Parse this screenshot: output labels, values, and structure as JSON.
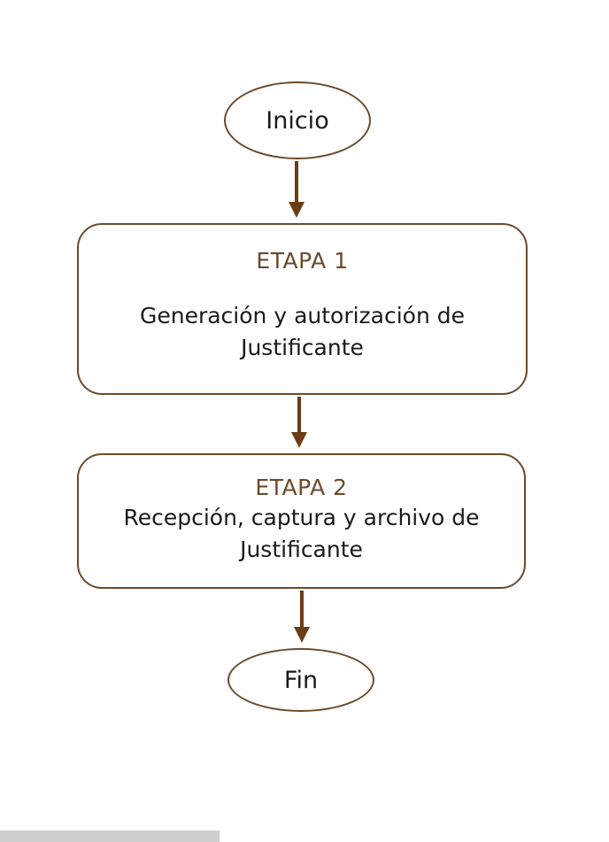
{
  "flowchart": {
    "start_label": "Inicio",
    "end_label": "Fin",
    "stages": [
      {
        "title": "ETAPA 1",
        "description_line1": "Generación y autorización de",
        "description_line2": "Justificante"
      },
      {
        "title": "ETAPA 2",
        "description_line1": "Recepción, captura y archivo de",
        "description_line2": "Justificante"
      }
    ]
  },
  "colors": {
    "border": "#6b4a2b",
    "arrow": "#6b3d14",
    "stage_title": "#6b4a2b",
    "text": "#1a1a1a",
    "bottom_bar": "#cfcfcf"
  }
}
